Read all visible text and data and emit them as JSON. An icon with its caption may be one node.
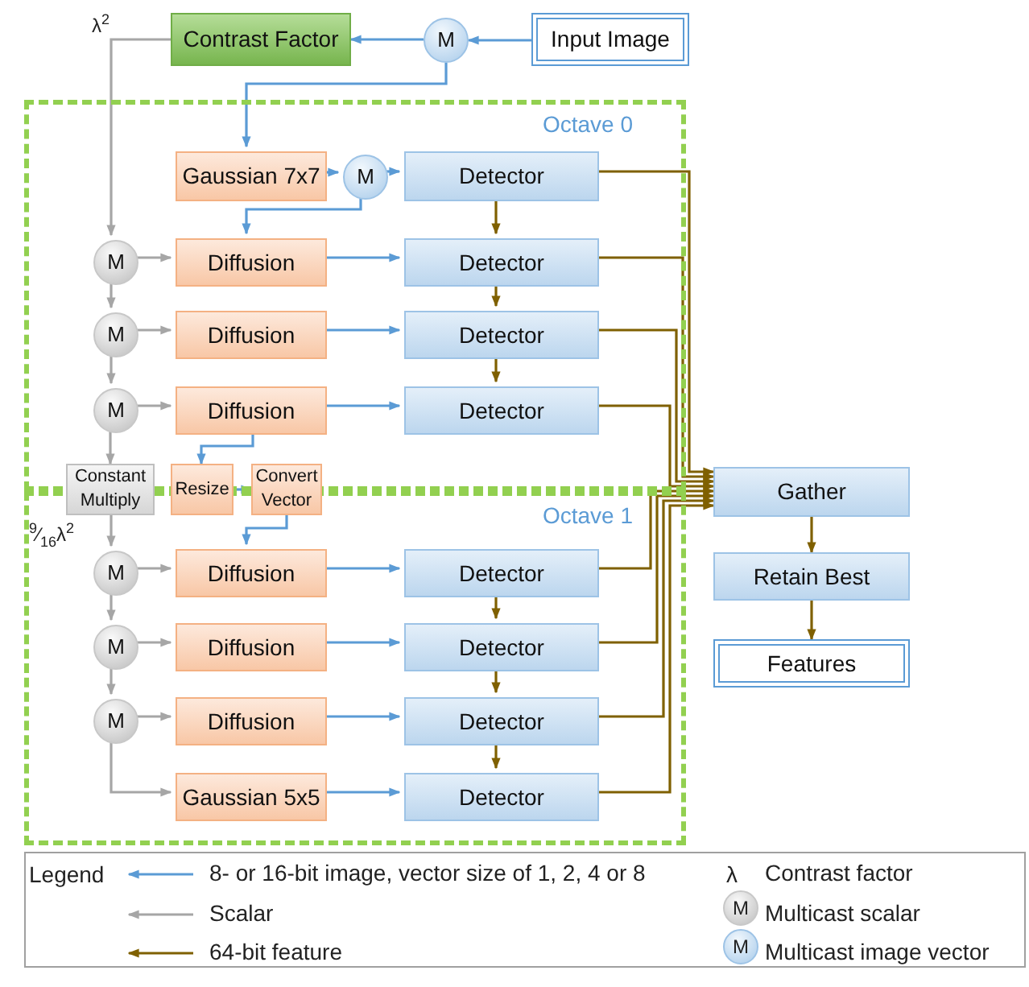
{
  "diagram": {
    "nodes": [
      {
        "text": [
          "Contrast Factor"
        ]
      },
      {
        "text": [
          "M"
        ]
      },
      {
        "text": [
          "Input Image"
        ]
      },
      {
        "text": [
          "Octave 0"
        ]
      },
      {
        "text": [
          "Gaussian 7x7"
        ],
        "in": 3
      },
      {
        "text": [
          "M"
        ],
        "in": 3
      },
      {
        "text": [
          "Detector"
        ],
        "in": 3
      },
      {
        "text": [
          "M"
        ],
        "in": 3
      },
      {
        "text": [
          "Diffusion"
        ],
        "in": 3
      },
      {
        "text": [
          "Detector"
        ],
        "in": 3
      },
      {
        "text": [
          "M"
        ],
        "in": 3
      },
      {
        "text": [
          "Diffusion"
        ],
        "in": 3
      },
      {
        "text": [
          "Detector"
        ],
        "in": 3
      },
      {
        "text": [
          "M"
        ],
        "in": 3
      },
      {
        "text": [
          "Diffusion"
        ],
        "in": 3
      },
      {
        "text": [
          "Detector"
        ],
        "in": 3
      },
      {
        "text": [
          "Constant Multiply"
        ]
      },
      {
        "text": [
          "Resize"
        ]
      },
      {
        "text": [
          "Convert Vector"
        ]
      },
      {
        "text": [
          "Octave 1"
        ]
      },
      {
        "text": [
          "M"
        ],
        "in": 19
      },
      {
        "text": [
          "Diffusion"
        ],
        "in": 19
      },
      {
        "text": [
          "Detector"
        ],
        "in": 19
      },
      {
        "text": [
          "M"
        ],
        "in": 19
      },
      {
        "text": [
          "Diffusion"
        ],
        "in": 19
      },
      {
        "text": [
          "Detector"
        ],
        "in": 19
      },
      {
        "text": [
          "M"
        ],
        "in": 19
      },
      {
        "text": [
          "Diffusion"
        ],
        "in": 19
      },
      {
        "text": [
          "Detector"
        ],
        "in": 19
      },
      {
        "text": [
          "Gaussian 5x5"
        ],
        "in": 19
      },
      {
        "text": [
          "Detector"
        ],
        "in": 19
      },
      {
        "text": [
          "Gather"
        ]
      },
      {
        "text": [
          "Retain Best"
        ]
      },
      {
        "text": [
          "Features"
        ]
      }
    ],
    "edges": [
      {
        "from": 2,
        "to": 1,
        "arrow": "to"
      },
      {
        "from": 1,
        "to": 0,
        "arrow": "to"
      },
      {
        "from": 1,
        "to": 4,
        "arrow": "to"
      },
      {
        "from": 4,
        "to": 5,
        "arrow": "to"
      },
      {
        "from": 5,
        "to": 6,
        "arrow": "to"
      },
      {
        "from": 5,
        "to": 8,
        "arrow": "to"
      },
      {
        "from": 0,
        "to": 7,
        "arrow": "to",
        "color": "#a6a6a6"
      },
      {
        "from": 7,
        "to": 8,
        "arrow": "to",
        "color": "#a6a6a6"
      },
      {
        "from": 7,
        "to": 10,
        "arrow": "to",
        "color": "#a6a6a6"
      },
      {
        "from": 10,
        "to": 11,
        "arrow": "to",
        "color": "#a6a6a6"
      },
      {
        "from": 10,
        "to": 13,
        "arrow": "to",
        "color": "#a6a6a6"
      },
      {
        "from": 13,
        "to": 14,
        "arrow": "to",
        "color": "#a6a6a6"
      },
      {
        "from": 13,
        "to": 16,
        "arrow": "to",
        "color": "#a6a6a6"
      },
      {
        "from": 16,
        "to": 20,
        "arrow": "to",
        "color": "#a6a6a6"
      },
      {
        "from": 20,
        "to": 21,
        "arrow": "to",
        "color": "#a6a6a6"
      },
      {
        "from": 20,
        "to": 23,
        "arrow": "to",
        "color": "#a6a6a6"
      },
      {
        "from": 23,
        "to": 24,
        "arrow": "to",
        "color": "#a6a6a6"
      },
      {
        "from": 23,
        "to": 26,
        "arrow": "to",
        "color": "#a6a6a6"
      },
      {
        "from": 26,
        "to": 27,
        "arrow": "to",
        "color": "#a6a6a6"
      },
      {
        "from": 26,
        "to": 29,
        "arrow": "to",
        "color": "#a6a6a6"
      },
      {
        "from": 8,
        "to": 9,
        "arrow": "to"
      },
      {
        "from": 11,
        "to": 12,
        "arrow": "to"
      },
      {
        "from": 14,
        "to": 15,
        "arrow": "to"
      },
      {
        "from": 14,
        "to": 17,
        "arrow": "to"
      },
      {
        "from": 17,
        "to": 18,
        "arrow": "to"
      },
      {
        "from": 18,
        "to": 21,
        "arrow": "to"
      },
      {
        "from": 21,
        "to": 22,
        "arrow": "to"
      },
      {
        "from": 24,
        "to": 25,
        "arrow": "to"
      },
      {
        "from": 27,
        "to": 28,
        "arrow": "to"
      },
      {
        "from": 29,
        "to": 30,
        "arrow": "to"
      },
      {
        "from": 6,
        "to": 9,
        "arrow": "to",
        "color": "#7f6000"
      },
      {
        "from": 9,
        "to": 12,
        "arrow": "to",
        "color": "#7f6000"
      },
      {
        "from": 12,
        "to": 15,
        "arrow": "to",
        "color": "#7f6000"
      },
      {
        "from": 22,
        "to": 25,
        "arrow": "to",
        "color": "#7f6000"
      },
      {
        "from": 25,
        "to": 28,
        "arrow": "to",
        "color": "#7f6000"
      },
      {
        "from": 28,
        "to": 30,
        "arrow": "to",
        "color": "#7f6000"
      },
      {
        "from": 6,
        "to": 31,
        "arrow": "to",
        "color": "#7f6000"
      },
      {
        "from": 9,
        "to": 31,
        "arrow": "to",
        "color": "#7f6000"
      },
      {
        "from": 12,
        "to": 31,
        "arrow": "to",
        "color": "#7f6000"
      },
      {
        "from": 15,
        "to": 31,
        "arrow": "to",
        "color": "#7f6000"
      },
      {
        "from": 22,
        "to": 31,
        "arrow": "to",
        "color": "#7f6000"
      },
      {
        "from": 25,
        "to": 31,
        "arrow": "to",
        "color": "#7f6000"
      },
      {
        "from": 28,
        "to": 31,
        "arrow": "to",
        "color": "#7f6000"
      },
      {
        "from": 30,
        "to": 31,
        "arrow": "to",
        "color": "#7f6000"
      },
      {
        "from": 31,
        "to": 32,
        "arrow": "to",
        "color": "#7f6000"
      },
      {
        "from": 32,
        "to": 33,
        "arrow": "to",
        "color": "#7f6000"
      }
    ],
    "labels": [
      "λ$^{2}$",
      "$^{9}$⁄$_{16}$λ$^{2}$",
      "Legend",
      "λ",
      "M",
      "M"
    ],
    "legend": [
      {
        "text": "8- or 16-bit image, vector size of 1, 2, 4 or 8"
      },
      {
        "text": "Scalar"
      },
      {
        "text": "64-bit feature"
      },
      {
        "text": "Contrast factor"
      },
      {
        "text": "Multicast scalar"
      },
      {
        "text": "Multicast image vector"
      }
    ]
  }
}
